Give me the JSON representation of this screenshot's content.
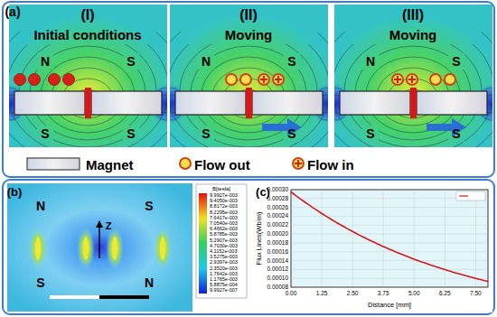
{
  "diagram": {
    "labels": [
      "(a)",
      "(I)",
      "Initial conditions",
      "(II)",
      "Moving",
      "(III)",
      "Moving",
      "N",
      "S",
      "S",
      "S",
      "N",
      "S",
      "S",
      "S",
      "N",
      "S",
      "S",
      "S",
      "(b)",
      "N",
      "S",
      "S",
      "N",
      "Z",
      "B[tesla]",
      "9.9927e-003",
      "9.4050e-003",
      "8.8172e-003",
      "8.2295e-003",
      "7.6417e-003",
      "7.0540e-003",
      "6.4662e-003",
      "5.8785e-003",
      "5.2907e-003",
      "4.7030e-003",
      "4.1152e-003",
      "3.5275e-003",
      "2.9397e-003",
      "2.3520e-003",
      "1.7642e-003",
      "1.1765e-003",
      "5.8875e-004",
      "9.9927e-007",
      "(c)",
      "Flux Lines(Wb/m)",
      "0.00030",
      "0.00028",
      "0.00026",
      "0.00024",
      "0.00022",
      "0.00020",
      "0.00018",
      "0.00016",
      "0.00014",
      "0.00012",
      "0.00010",
      "0.00008",
      "0.00",
      "1.25",
      "2.50",
      "3.75",
      "5.00",
      "6.25",
      "7.50",
      "Distance [mm]"
    ],
    "legend": [
      {
        "text": "Magnet"
      },
      {
        "text": "Flow out"
      },
      {
        "text": "Flow in"
      }
    ]
  }
}
